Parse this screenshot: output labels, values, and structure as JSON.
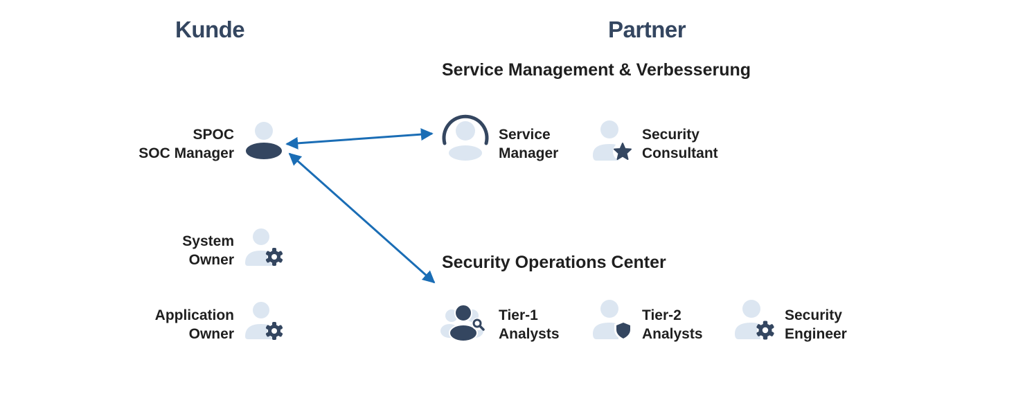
{
  "columns": {
    "customer": "Kunde",
    "partner": "Partner"
  },
  "sections": {
    "service_management": "Service Management & Verbesserung",
    "soc": "Security Operations Center"
  },
  "customer_roles": [
    {
      "line1": "SPOC",
      "line2": "SOC Manager",
      "icon": "person-icon"
    },
    {
      "line1": "System",
      "line2": "Owner",
      "icon": "person-gear-icon"
    },
    {
      "line1": "Application",
      "line2": "Owner",
      "icon": "person-gear-icon"
    }
  ],
  "service_roles": [
    {
      "line1": "Service",
      "line2": "Manager",
      "icon": "person-headset-icon"
    },
    {
      "line1": "Security",
      "line2": "Consultant",
      "icon": "person-star-icon"
    }
  ],
  "soc_roles": [
    {
      "line1": "Tier-1",
      "line2": "Analysts",
      "icon": "group-search-icon"
    },
    {
      "line1": "Tier-2",
      "line2": "Analysts",
      "icon": "person-shield-icon"
    },
    {
      "line1": "Security",
      "line2": "Engineer",
      "icon": "person-gear-icon"
    }
  ],
  "connections": [
    {
      "from": "SPOC SOC Manager",
      "to": "Service Manager",
      "direction": "bidirectional"
    },
    {
      "from": "SPOC SOC Manager",
      "to": "Security Operations Center",
      "direction": "bidirectional"
    }
  ],
  "colors": {
    "heading": "#344660",
    "icon_dark": "#344660",
    "icon_light": "#dce6f1",
    "arrow": "#1a6db5"
  }
}
